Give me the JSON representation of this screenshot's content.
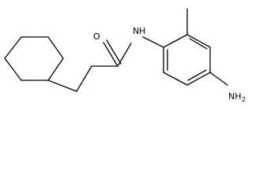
{
  "molecule": {
    "atoms": {
      "carbonyl_oxygen": "O",
      "amide_nitrogen": "N",
      "amide_hydrogen": "H",
      "amine_label": "NH",
      "amine_subscript": "2"
    }
  }
}
